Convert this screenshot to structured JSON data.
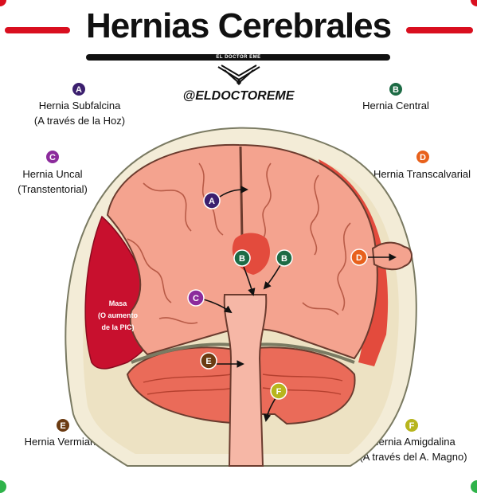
{
  "header": {
    "title": "Hernias Cerebrales",
    "brand": "EL DOCTOR EME",
    "handle": "@ELDOCTOREME"
  },
  "colors": {
    "accent_red": "#d90f1f",
    "mass_red": "#c8102e",
    "brain_pink": "#f4a38f",
    "skull_cream": "#f3ecd7",
    "letter_a": "#3b1f6e",
    "letter_b": "#1d6b45",
    "letter_c": "#8c2b9c",
    "letter_d": "#e8611c",
    "letter_e": "#6b3b12",
    "letter_f": "#b7b51d",
    "corner_green": "#2fb34a"
  },
  "legend": {
    "a": {
      "letter": "A",
      "line1": "Hernia Subfalcina",
      "line2": "(A través de la Hoz)"
    },
    "b": {
      "letter": "B",
      "line1": "Hernia Central",
      "line2": ""
    },
    "c": {
      "letter": "C",
      "line1": "Hernia Uncal",
      "line2": "(Transtentorial)"
    },
    "d": {
      "letter": "D",
      "line1": "Hernia Transcalvarial",
      "line2": ""
    },
    "e": {
      "letter": "E",
      "line1": "Hernia Vermiana",
      "line2": ""
    },
    "f": {
      "letter": "F",
      "line1": "Hernia Amigdalina",
      "line2": "(A través del A. Magno)"
    }
  },
  "diagram": {
    "mass_line1": "Masa",
    "mass_line2": "(O aumento",
    "mass_line3": "de la PIC)",
    "markers": [
      "A",
      "B",
      "B",
      "C",
      "D",
      "E",
      "F"
    ]
  }
}
